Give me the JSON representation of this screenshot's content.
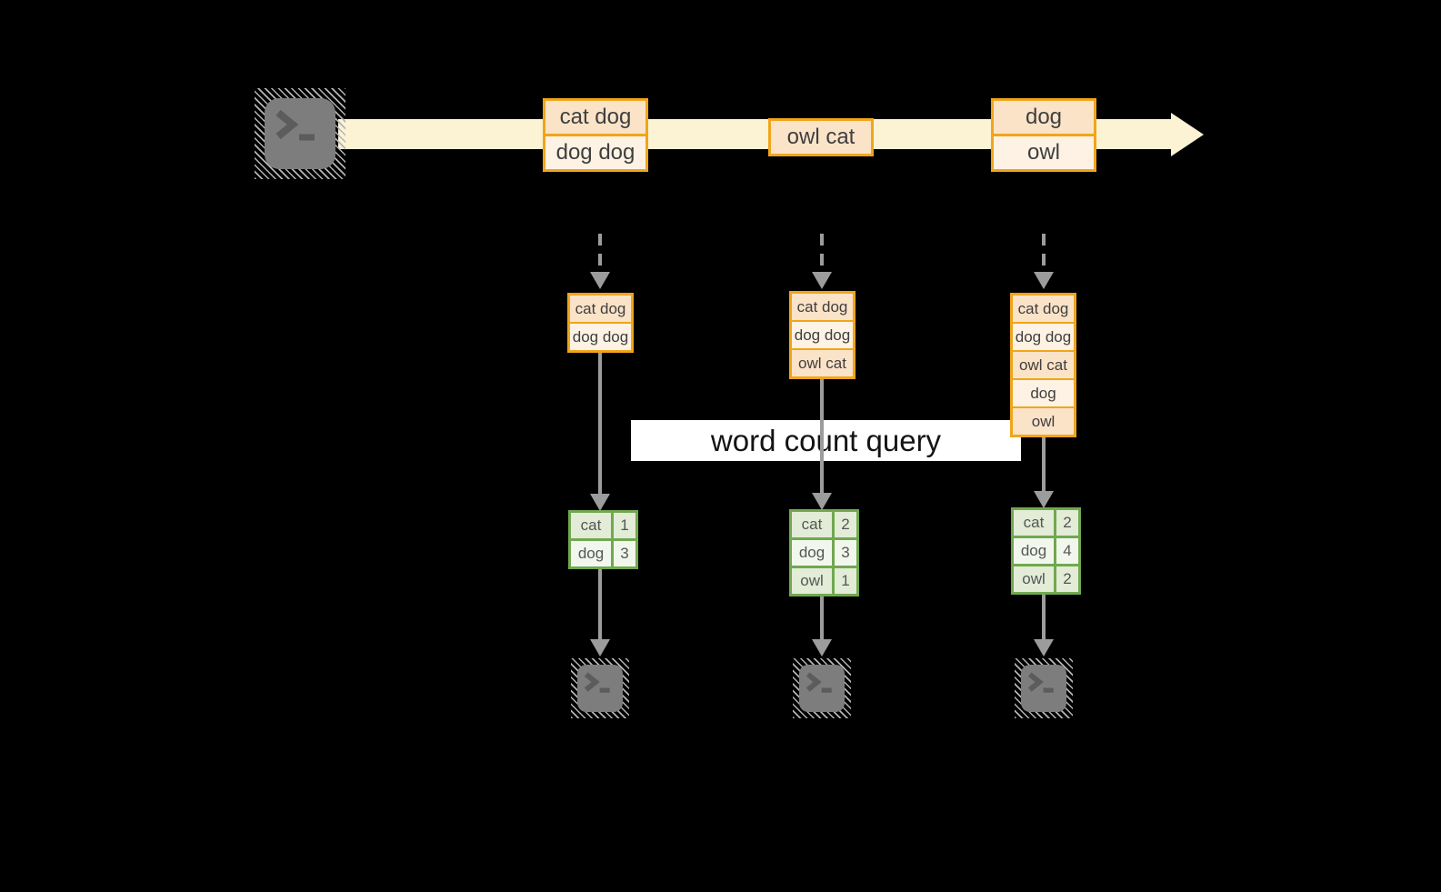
{
  "query_label": "word count query",
  "stream": {
    "event1": [
      "cat dog",
      "dog dog"
    ],
    "event2": [
      "owl cat"
    ],
    "event3": [
      "dog",
      "owl"
    ]
  },
  "workers": {
    "w1": {
      "buffer": [
        "cat dog",
        "dog dog"
      ],
      "counts": [
        [
          "cat",
          "1"
        ],
        [
          "dog",
          "3"
        ]
      ]
    },
    "w2": {
      "buffer": [
        "cat dog",
        "dog dog",
        "owl cat"
      ],
      "counts": [
        [
          "cat",
          "2"
        ],
        [
          "dog",
          "3"
        ],
        [
          "owl",
          "1"
        ]
      ]
    },
    "w3": {
      "buffer": [
        "cat dog",
        "dog dog",
        "owl cat",
        "dog",
        "owl"
      ],
      "counts": [
        [
          "cat",
          "2"
        ],
        [
          "dog",
          "4"
        ],
        [
          "owl",
          "2"
        ]
      ]
    }
  },
  "icons": {
    "source": "terminal-icon",
    "outputs": [
      "terminal-icon",
      "terminal-icon",
      "terminal-icon"
    ],
    "connectors": "arrow-down-icon"
  },
  "colors": {
    "bg": "#000000",
    "stream_fill": "#fbf3d4",
    "orange_border": "#f0a51a",
    "peach_dark": "#fbe3c8",
    "peach_light": "#fdf2e3",
    "green_border": "#71a850",
    "green_dark": "#e2ecd6",
    "green_light": "#f2f7ed",
    "arrow_gray": "#9c9c9c",
    "terminal_fill": "#7d7d7d",
    "label_bg": "#ffffff"
  }
}
